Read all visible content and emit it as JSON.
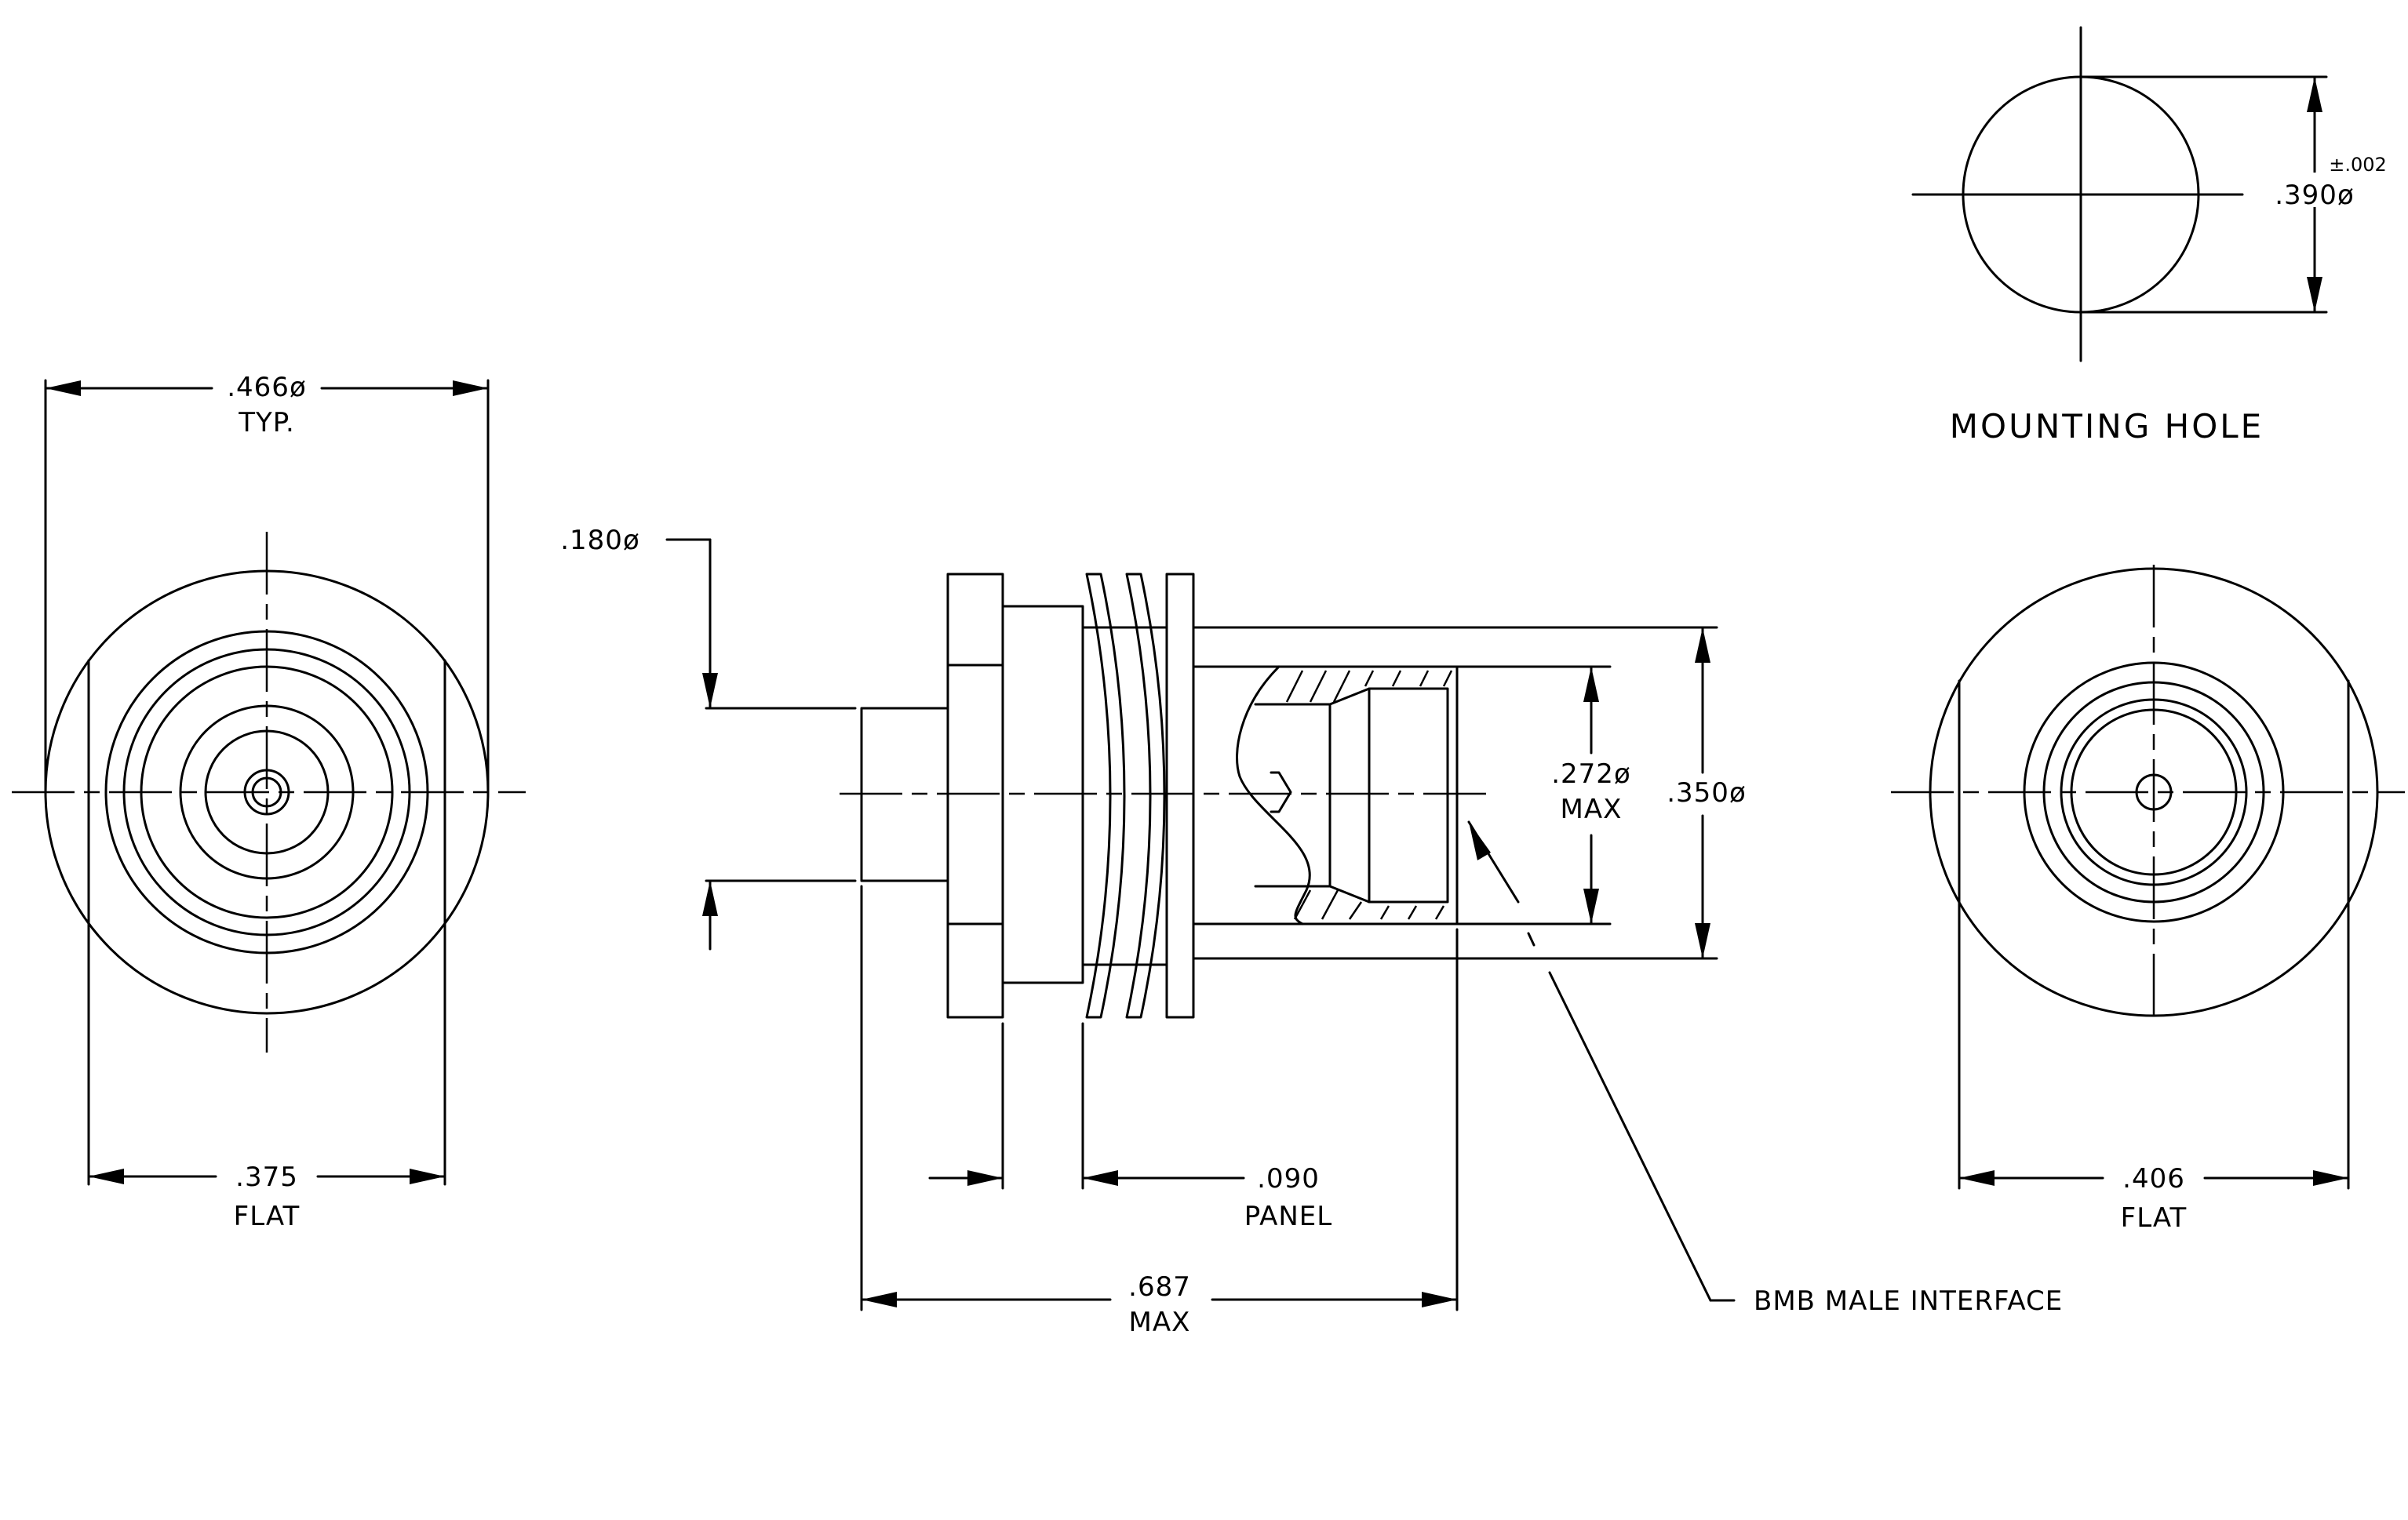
{
  "front_view": {
    "dia_label": ".466ø",
    "dia_sub": "TYP.",
    "flat_label": ".375",
    "flat_sub": "FLAT"
  },
  "side_view": {
    "pin_dia_label": ".180ø",
    "interface_dia_label": ".272ø",
    "interface_dia_sub": "MAX",
    "body_dia_label": ".350ø",
    "panel_label": ".090",
    "panel_sub": "PANEL",
    "length_label": ".687",
    "length_sub": "MAX",
    "callout_label": "BMB MALE INTERFACE"
  },
  "rear_view": {
    "flat_label": ".406",
    "flat_sub": "FLAT"
  },
  "mounting_hole": {
    "title": "MOUNTING HOLE",
    "dia_label": ".390ø",
    "tolerance_label": "±.002"
  }
}
